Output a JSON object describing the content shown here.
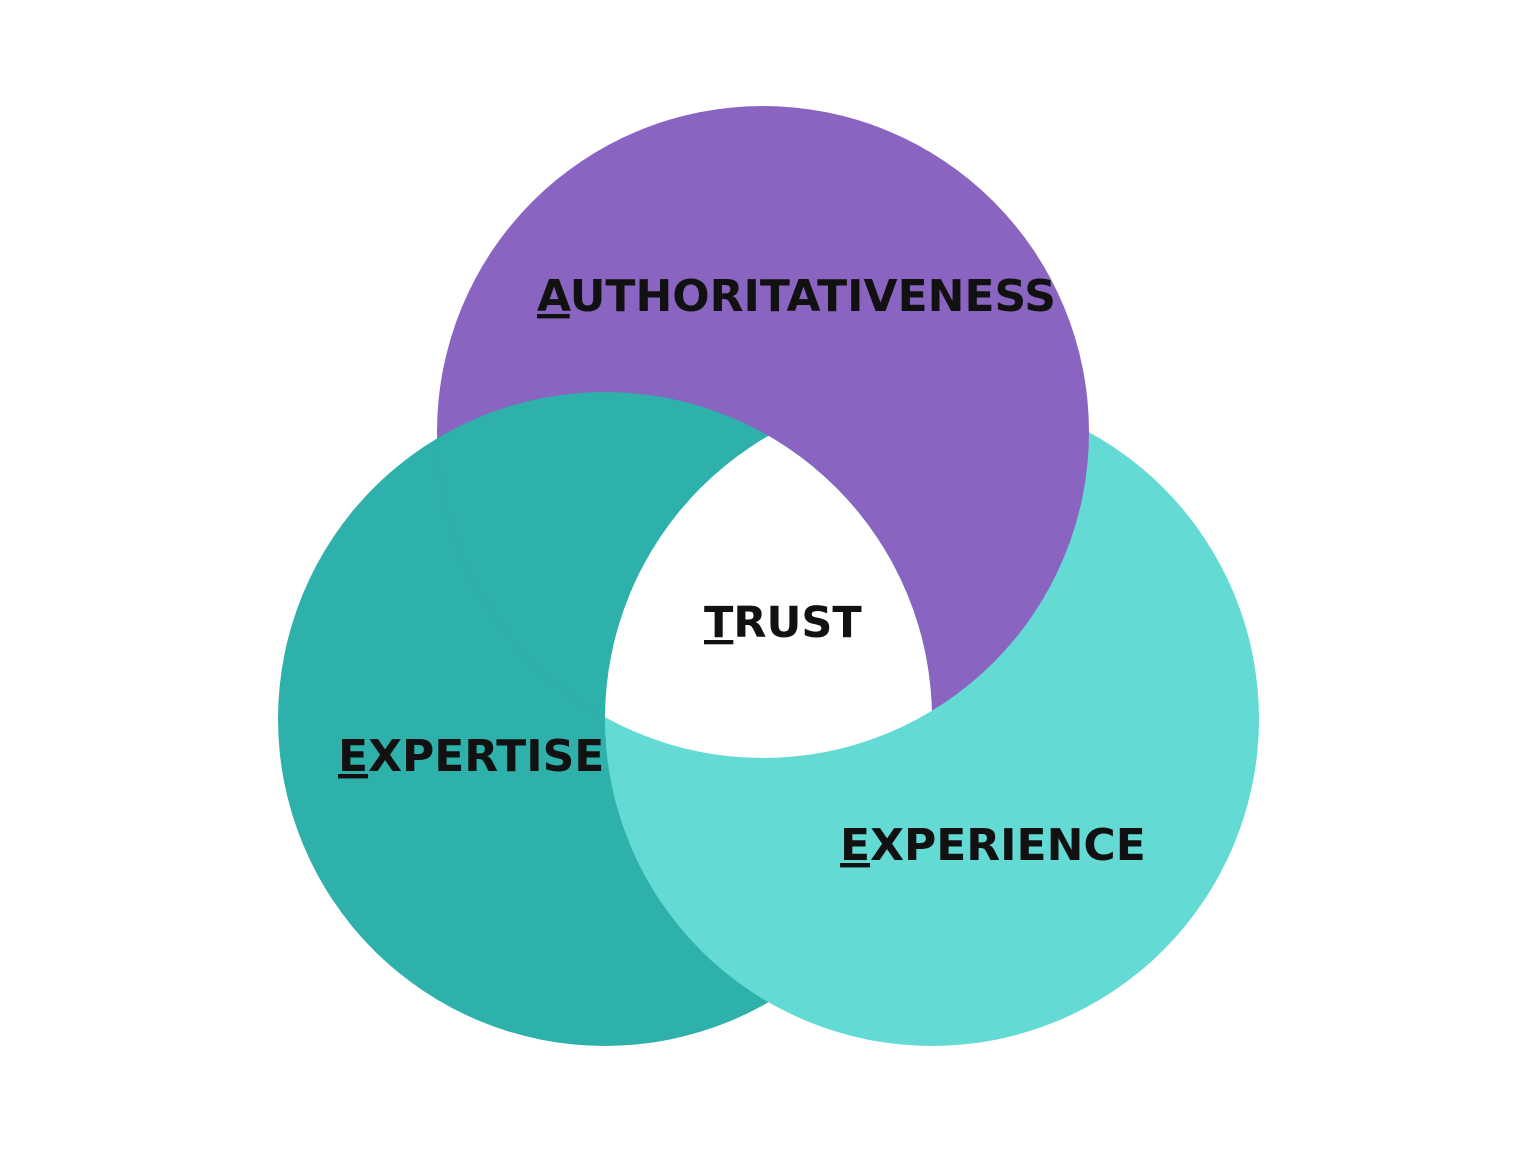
{
  "diagram": {
    "circles": [
      {
        "id": "authoritativeness",
        "first_letter": "A",
        "rest": "UTHORITATIVENESS",
        "color": "#8964C0"
      },
      {
        "id": "experience",
        "first_letter": "E",
        "rest": "XPERIENCE",
        "color": "#63DAD3"
      },
      {
        "id": "expertise",
        "first_letter": "E",
        "rest": "XPERTISE",
        "color": "#2EB0AB"
      }
    ],
    "center": {
      "first_letter": "T",
      "rest": "RUST",
      "color": "#FFFFFF"
    }
  }
}
